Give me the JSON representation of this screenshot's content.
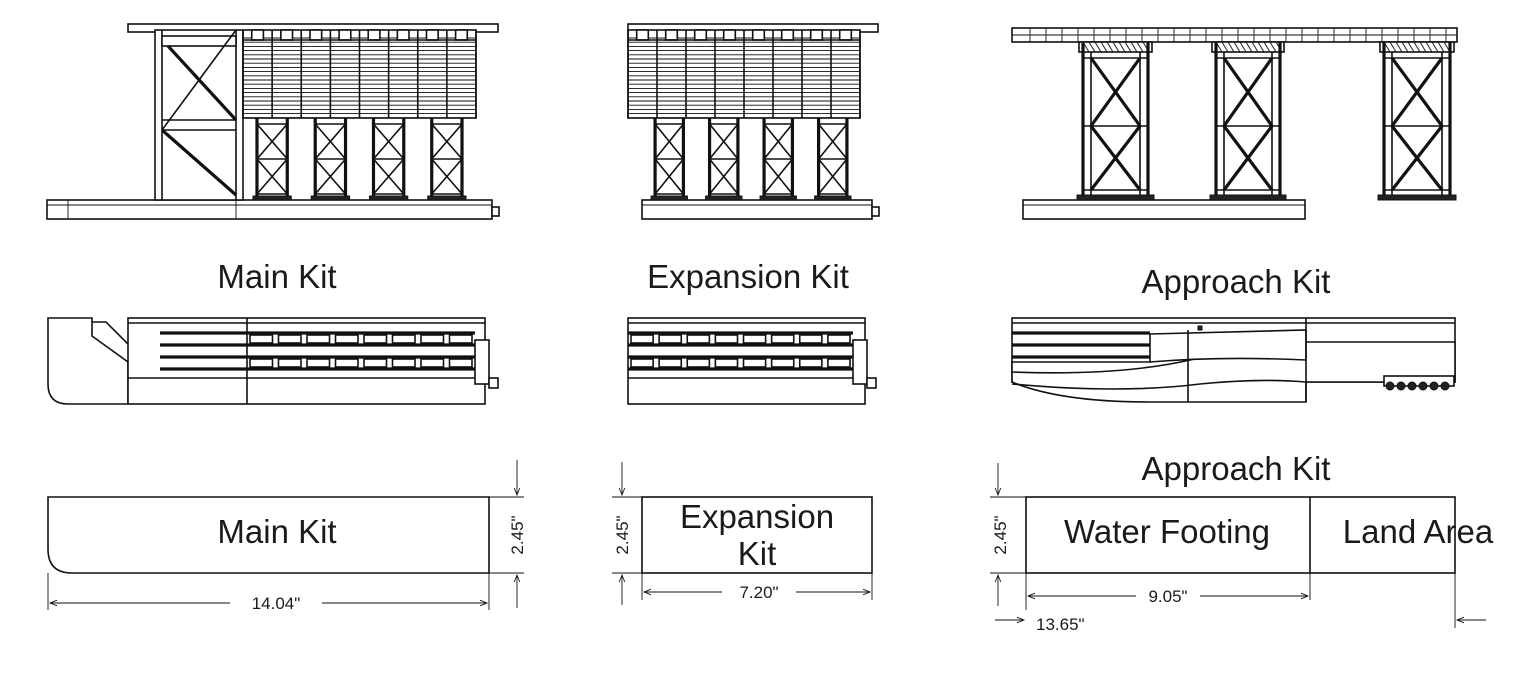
{
  "kits": {
    "main": {
      "elevation_label": "Main Kit",
      "footprint_label": "Main Kit",
      "width_dim": "14.04\"",
      "height_dim": "2.45\""
    },
    "expansion": {
      "elevation_label": "Expansion Kit",
      "footprint_label_line1": "Expansion",
      "footprint_label_line2": "Kit",
      "width_dim": "7.20\"",
      "height_dim": "2.45\""
    },
    "approach": {
      "elevation_label": "Approach Kit",
      "footprint_title": "Approach Kit",
      "water_label": "Water Footing",
      "land_label": "Land Area",
      "water_dim": "9.05\"",
      "total_dim": "13.65\"",
      "height_dim": "2.45\""
    }
  }
}
